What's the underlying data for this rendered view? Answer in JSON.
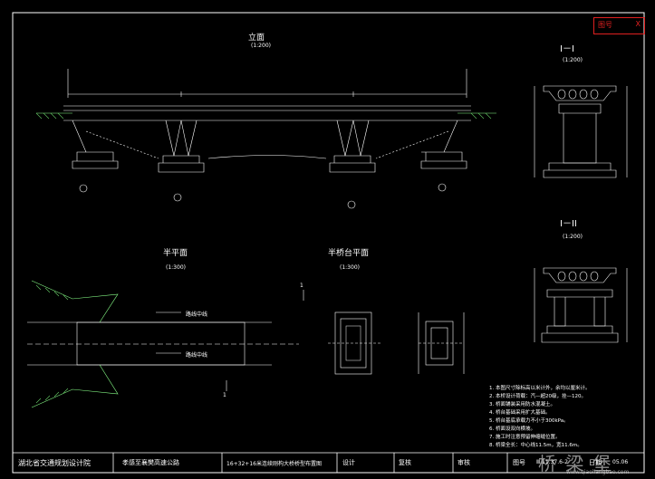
{
  "stamp": {
    "left": "图号",
    "right": "X"
  },
  "elevation": {
    "title": "立面",
    "scale": "(1:200)"
  },
  "half_plan": {
    "title": "半平面",
    "scale": "(1:300)"
  },
  "half_abut_plan": {
    "title": "半桥台平面",
    "scale": "(1:300)"
  },
  "section1": {
    "title": "I－I",
    "scale": "(1:200)"
  },
  "section2": {
    "title": "I－II",
    "scale": "(1:200)"
  },
  "plan_labels": {
    "top": "路线中线",
    "bottom": "路线中线",
    "arrow_left": "1",
    "arrow_right": "1"
  },
  "notes": [
    "1. 本图尺寸除标高以米计外，余均以厘米计。",
    "2. 本桥设计荷载：汽—超20级，挂—120。",
    "3. 桥面铺装采用防水混凝土。",
    "4. 桥台基础采用扩大基础。",
    "5. 桥台基底承载力不小于300kPa。",
    "6. 桥面设双向横坡。",
    "7. 施工时注意预留伸缩缝位置。",
    "8. 桥梁全长：中心线11.5m，宽11.6m。"
  ],
  "title_block": {
    "institute": "湖北省交通规划设计院",
    "project": "孝感至襄樊高速公路",
    "drawing": "16+32+16米连续刚构大桥桥型布置图",
    "design": "设计",
    "check": "复核",
    "review": "审核",
    "no_label": "图号",
    "no_value": "Ⅲ.11.37.6-2",
    "date_label": "日期",
    "date_value": "05.06"
  },
  "watermark": {
    "main": "桥 梁 堡",
    "sub": "www.qiaoliangbao.com"
  }
}
